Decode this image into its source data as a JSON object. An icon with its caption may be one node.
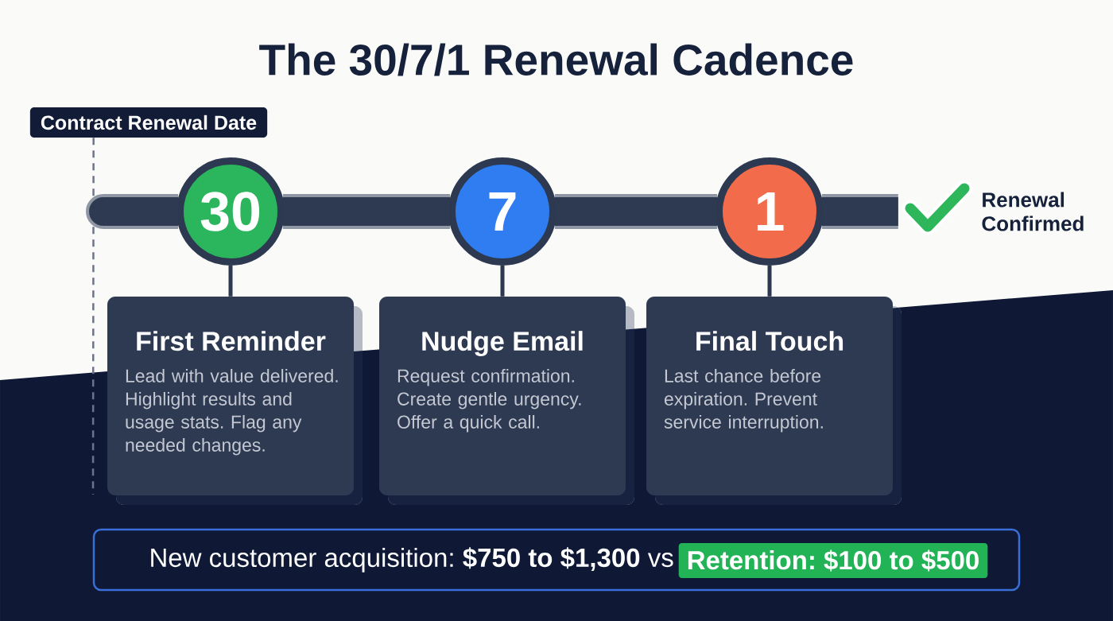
{
  "diagram": {
    "title": "The 30/7/1 Renewal Cadence",
    "nodes": [
      {
        "text": [
          "Contract Renewal Date"
        ]
      },
      {
        "text": [
          "30"
        ]
      },
      {
        "text": [
          "7"
        ]
      },
      {
        "text": [
          "1"
        ]
      },
      {
        "text": [],
        "shape": "check",
        "beside": [
          "Renewal Confirmed"
        ]
      },
      {
        "text": [
          "First Reminder",
          "Lead with value delivered. Highlight results and usage stats. Flag any needed changes."
        ]
      },
      {
        "text": [
          "Nudge Email",
          "Request confirmation. Create gentle urgency. Offer a quick call."
        ]
      },
      {
        "text": [
          "Final Touch",
          "Last chance before expiration. Prevent service interruption."
        ]
      },
      {
        "text": [
          "New customer acquisition: **$750 to $1,300** vs"
        ]
      },
      {
        "text": [
          "Retention: $100 to $500"
        ],
        "in": 8
      }
    ],
    "edges": [
      {
        "from": 0,
        "to": null,
        "arrow": "none",
        "style": "dashed"
      },
      {
        "from": null,
        "to": 1,
        "arrow": "none",
        "style": "thick"
      },
      {
        "from": 1,
        "to": 2,
        "arrow": "none",
        "style": "thick"
      },
      {
        "from": 2,
        "to": 3,
        "arrow": "none",
        "style": "thick"
      },
      {
        "from": 3,
        "to": 4,
        "arrow": "none",
        "style": "thick"
      },
      {
        "from": 1,
        "to": 5,
        "arrow": "none",
        "color": "#2c3950"
      },
      {
        "from": 2,
        "to": 6,
        "arrow": "none",
        "color": "#2c3950"
      },
      {
        "from": 3,
        "to": 7,
        "arrow": "none",
        "color": "#2c3950"
      }
    ]
  }
}
